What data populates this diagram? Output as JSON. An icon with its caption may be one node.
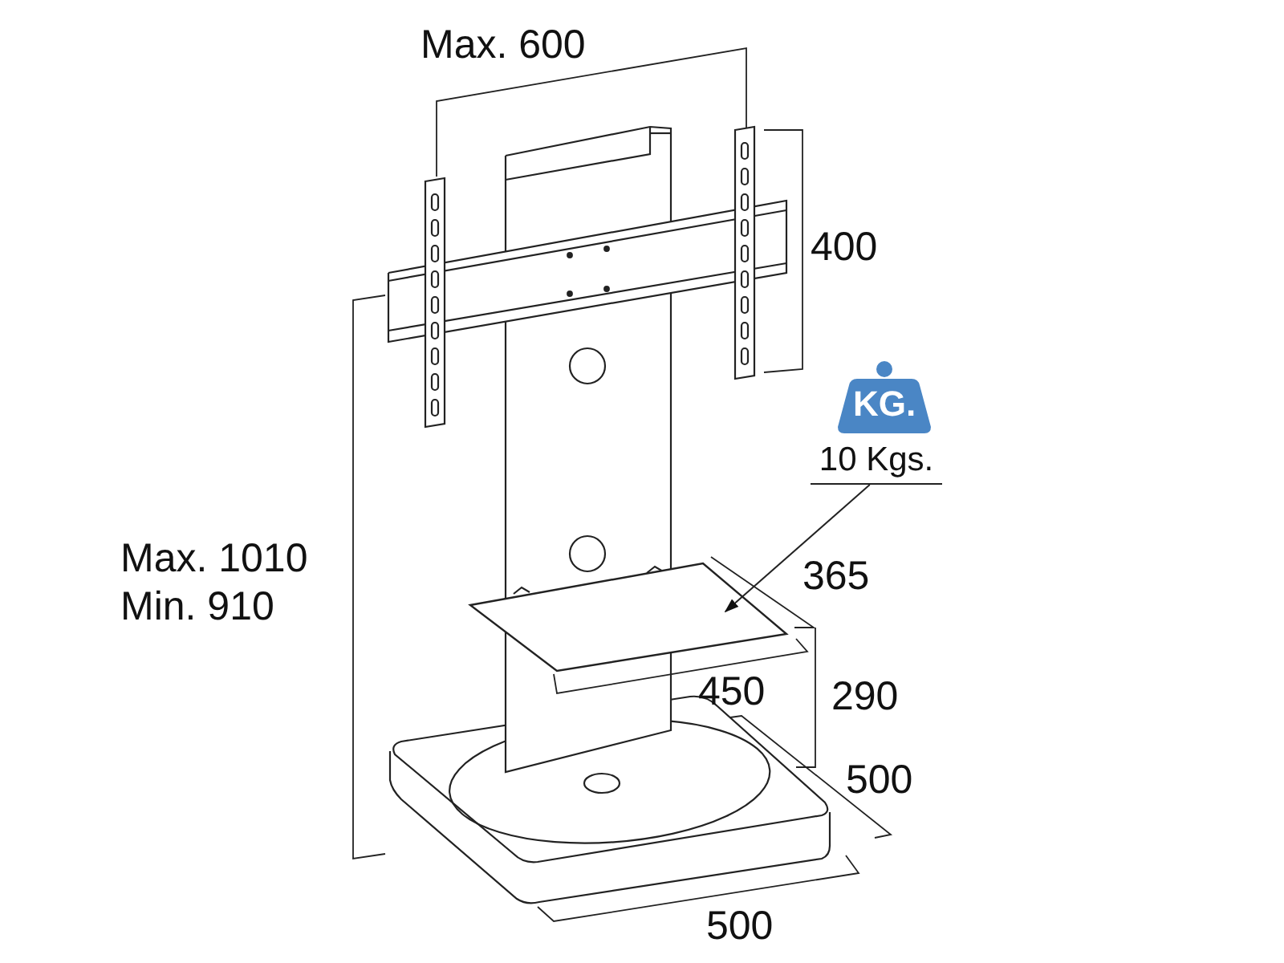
{
  "diagram": {
    "nodes": [
      {
        "text": [
          "KG."
        ]
      },
      {
        "text": [
          "10 Kgs."
        ]
      },
      {
        "text": [],
        "shape": "picture"
      }
    ],
    "edges": [
      {
        "from": 1,
        "to": 2,
        "arrow": "to"
      }
    ],
    "labels": [
      "Max. 600",
      "400",
      "Max. 1010",
      "Min. 910",
      "365",
      "450",
      "290",
      "500",
      "500"
    ]
  }
}
